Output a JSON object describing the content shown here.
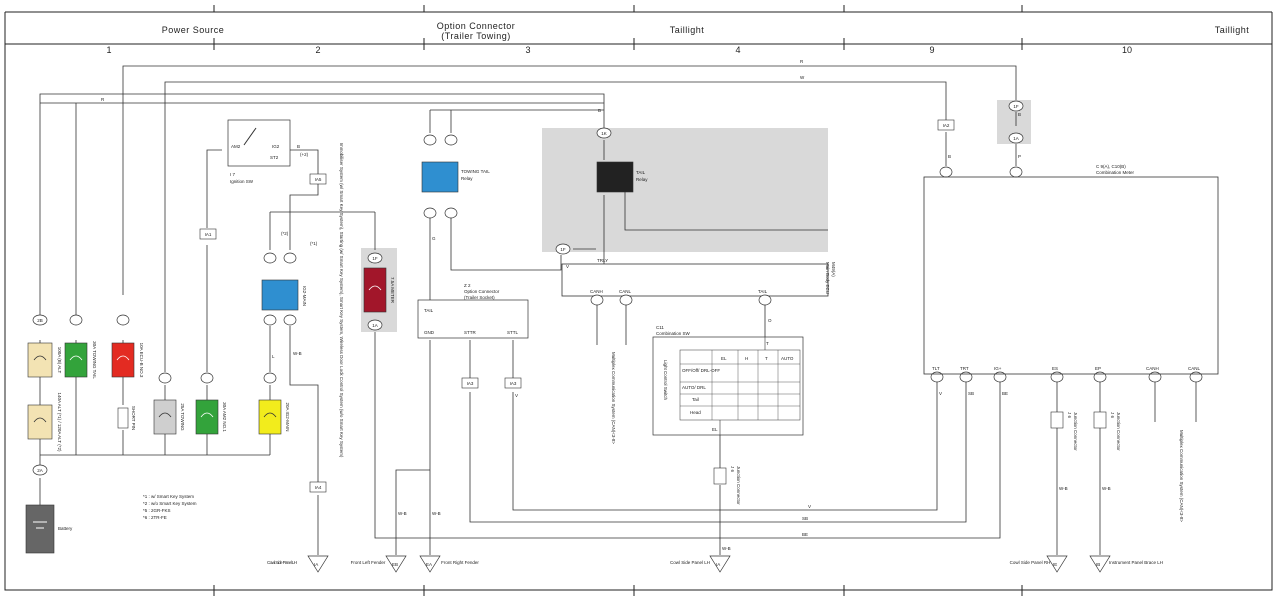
{
  "header": {
    "sections": [
      "Power Source",
      "Option Connector",
      "(Trailer Towing)",
      "Taillight",
      "Taillight"
    ],
    "columns": [
      "1",
      "2",
      "3",
      "4",
      "9",
      "10"
    ]
  },
  "wires": {
    "top_r": "R",
    "top_w": "W",
    "left_r": "R",
    "b_main": "B",
    "v": "V",
    "sb": "SB",
    "be": "BE",
    "wb": "W-B",
    "g": "G",
    "l": "L",
    "p": "P",
    "o": "O"
  },
  "fuses": [
    {
      "id": "f1",
      "label": "100A (B) ALT",
      "pins": [
        "2B",
        "1"
      ]
    },
    {
      "id": "f2",
      "label": "140A ALT (*1) / 120A ALT (*2)",
      "pins": [
        "1",
        "1"
      ]
    },
    {
      "id": "f3",
      "label": "30A TOWING TAIL",
      "pins": [
        "2",
        "1"
      ]
    },
    {
      "id": "f4",
      "label": "10A ECU-B NO.3",
      "pins": [
        "2",
        "1"
      ]
    },
    {
      "id": "f5",
      "label": "SHORT PIN",
      "pins": [
        "1",
        "1"
      ]
    },
    {
      "id": "f6",
      "label": "25A TOWING",
      "pins": [
        "2",
        "1"
      ]
    },
    {
      "id": "f7",
      "label": "30A AM2 NO.1",
      "pins": [
        "2",
        "1"
      ]
    },
    {
      "id": "f8",
      "label": "20A IG2-MAIN",
      "pins": [
        "2",
        "1"
      ]
    },
    {
      "id": "f9",
      "label": "7.5A METER",
      "pins": [
        "2",
        "1"
      ]
    }
  ],
  "components": {
    "battery": "Battery",
    "ignition_sw": {
      "code": "I 7",
      "name": "Ignition SW",
      "pins": [
        "AM2",
        "IG2",
        "ST2"
      ],
      "pin_nums": [
        "4",
        "6",
        "2"
      ]
    },
    "towing_tail_relay": {
      "name": "TOWING TAIL",
      "sub": "Relay",
      "pins": [
        "5",
        "3",
        "2",
        "1"
      ]
    },
    "tail_relay": {
      "name": "TAIL",
      "sub": "Relay",
      "pins": [
        "1K",
        "20",
        "14"
      ]
    },
    "ig2_relay": {
      "name": "IG2-MAIN",
      "sub": "Relay",
      "pins": [
        "3",
        "1",
        "5",
        "2"
      ]
    },
    "option_connector": {
      "code": "Z 2",
      "name": "Option Connector",
      "sub": "(Trailer Socket)",
      "pins": [
        "TAIL",
        "GND",
        "STTR",
        "STTL"
      ],
      "pin_nums": [
        "4",
        "3",
        "2",
        "1"
      ]
    },
    "main_body_ecu": {
      "code": "M49(A)",
      "name": "Main Body ECU",
      "pins": [
        "TRLY",
        "CANH",
        "CANL",
        "TAIL"
      ],
      "pin_nums": [
        "20",
        "14",
        "13",
        "22"
      ]
    },
    "combination_sw": {
      "code": "C11",
      "name": "Combination SW",
      "pin_nums": [
        "18",
        "15"
      ],
      "side_label": "Light Control Switch",
      "table_headers": [
        "",
        "EL",
        "H",
        "T",
        "AUTO"
      ],
      "table_rows": [
        "OFF/Off/ DRL-OFF",
        "AUTO/ DRL",
        "Tail",
        "Head"
      ],
      "el_label": "EL",
      "t_label": "T"
    },
    "combination_meter": {
      "code": "C 9(A), C10(B)",
      "name": "Combination Meter",
      "pins": [
        "TLT",
        "TRT",
        "IG+",
        "ES",
        "EP",
        "CANH",
        "CANL"
      ],
      "pin_nums": [
        "11",
        "12",
        "20",
        "18",
        "17",
        "1",
        "2"
      ],
      "top_pins": [
        "13",
        "19"
      ]
    },
    "junction_connectors": [
      {
        "code": "J 6",
        "name": "Junction Connector"
      },
      {
        "code": "J 6",
        "name": "Junction Connector"
      },
      {
        "code": "J 6",
        "name": "Junction Connector"
      }
    ],
    "multiplex_note": "Multiplex Communication System (CAN)<3-8>"
  },
  "connectors": {
    "ia1": "IA1",
    "ia2": "IA2",
    "ia3": "IA3",
    "ia4": "IA4",
    "ia5": "IA5",
    "c1a": "1A",
    "c1f": "1F",
    "c1k": "1K",
    "c2b": "2B",
    "c2a": "2A"
  },
  "grounds": [
    {
      "code": "IA",
      "name": "Cowl Side Panel LH"
    },
    {
      "code": "EB",
      "name": "Front Left Fender"
    },
    {
      "code": "EA",
      "name": "Front Right Fender"
    },
    {
      "code": "IA",
      "name": "Cowl Side Panel LH"
    },
    {
      "code": "IE",
      "name": "Cowl Side Panel RH"
    },
    {
      "code": "IB",
      "name": "Instrument Panel Brace LH"
    }
  ],
  "notes": [
    "*1 : w/ Smart Key System",
    "*2 : w/o Smart Key System",
    "*5 : 2GR-FKS",
    "*6 : 2TR-FE"
  ],
  "relay_side_note": "Immobiliser System (w/ Smart Key System), Starting (w/ Smart Key System), Smart Key System, Wireless Door Lock Control System (w/o Smart Key System)",
  "pin_marks": [
    "(*1)",
    "(*2)",
    "(+2)"
  ],
  "colors": {
    "fuse_cream": "#f3e3b3",
    "fuse_green": "#33a33b",
    "fuse_red": "#e32b22",
    "fuse_grey": "#cfcfcf",
    "fuse_yellow": "#f2ec1c",
    "fuse_maroon": "#a2162a",
    "relay_blue": "#2f8fd0",
    "relay_black": "#222222",
    "shade": "#d9d9d9",
    "battery": "#666666"
  }
}
